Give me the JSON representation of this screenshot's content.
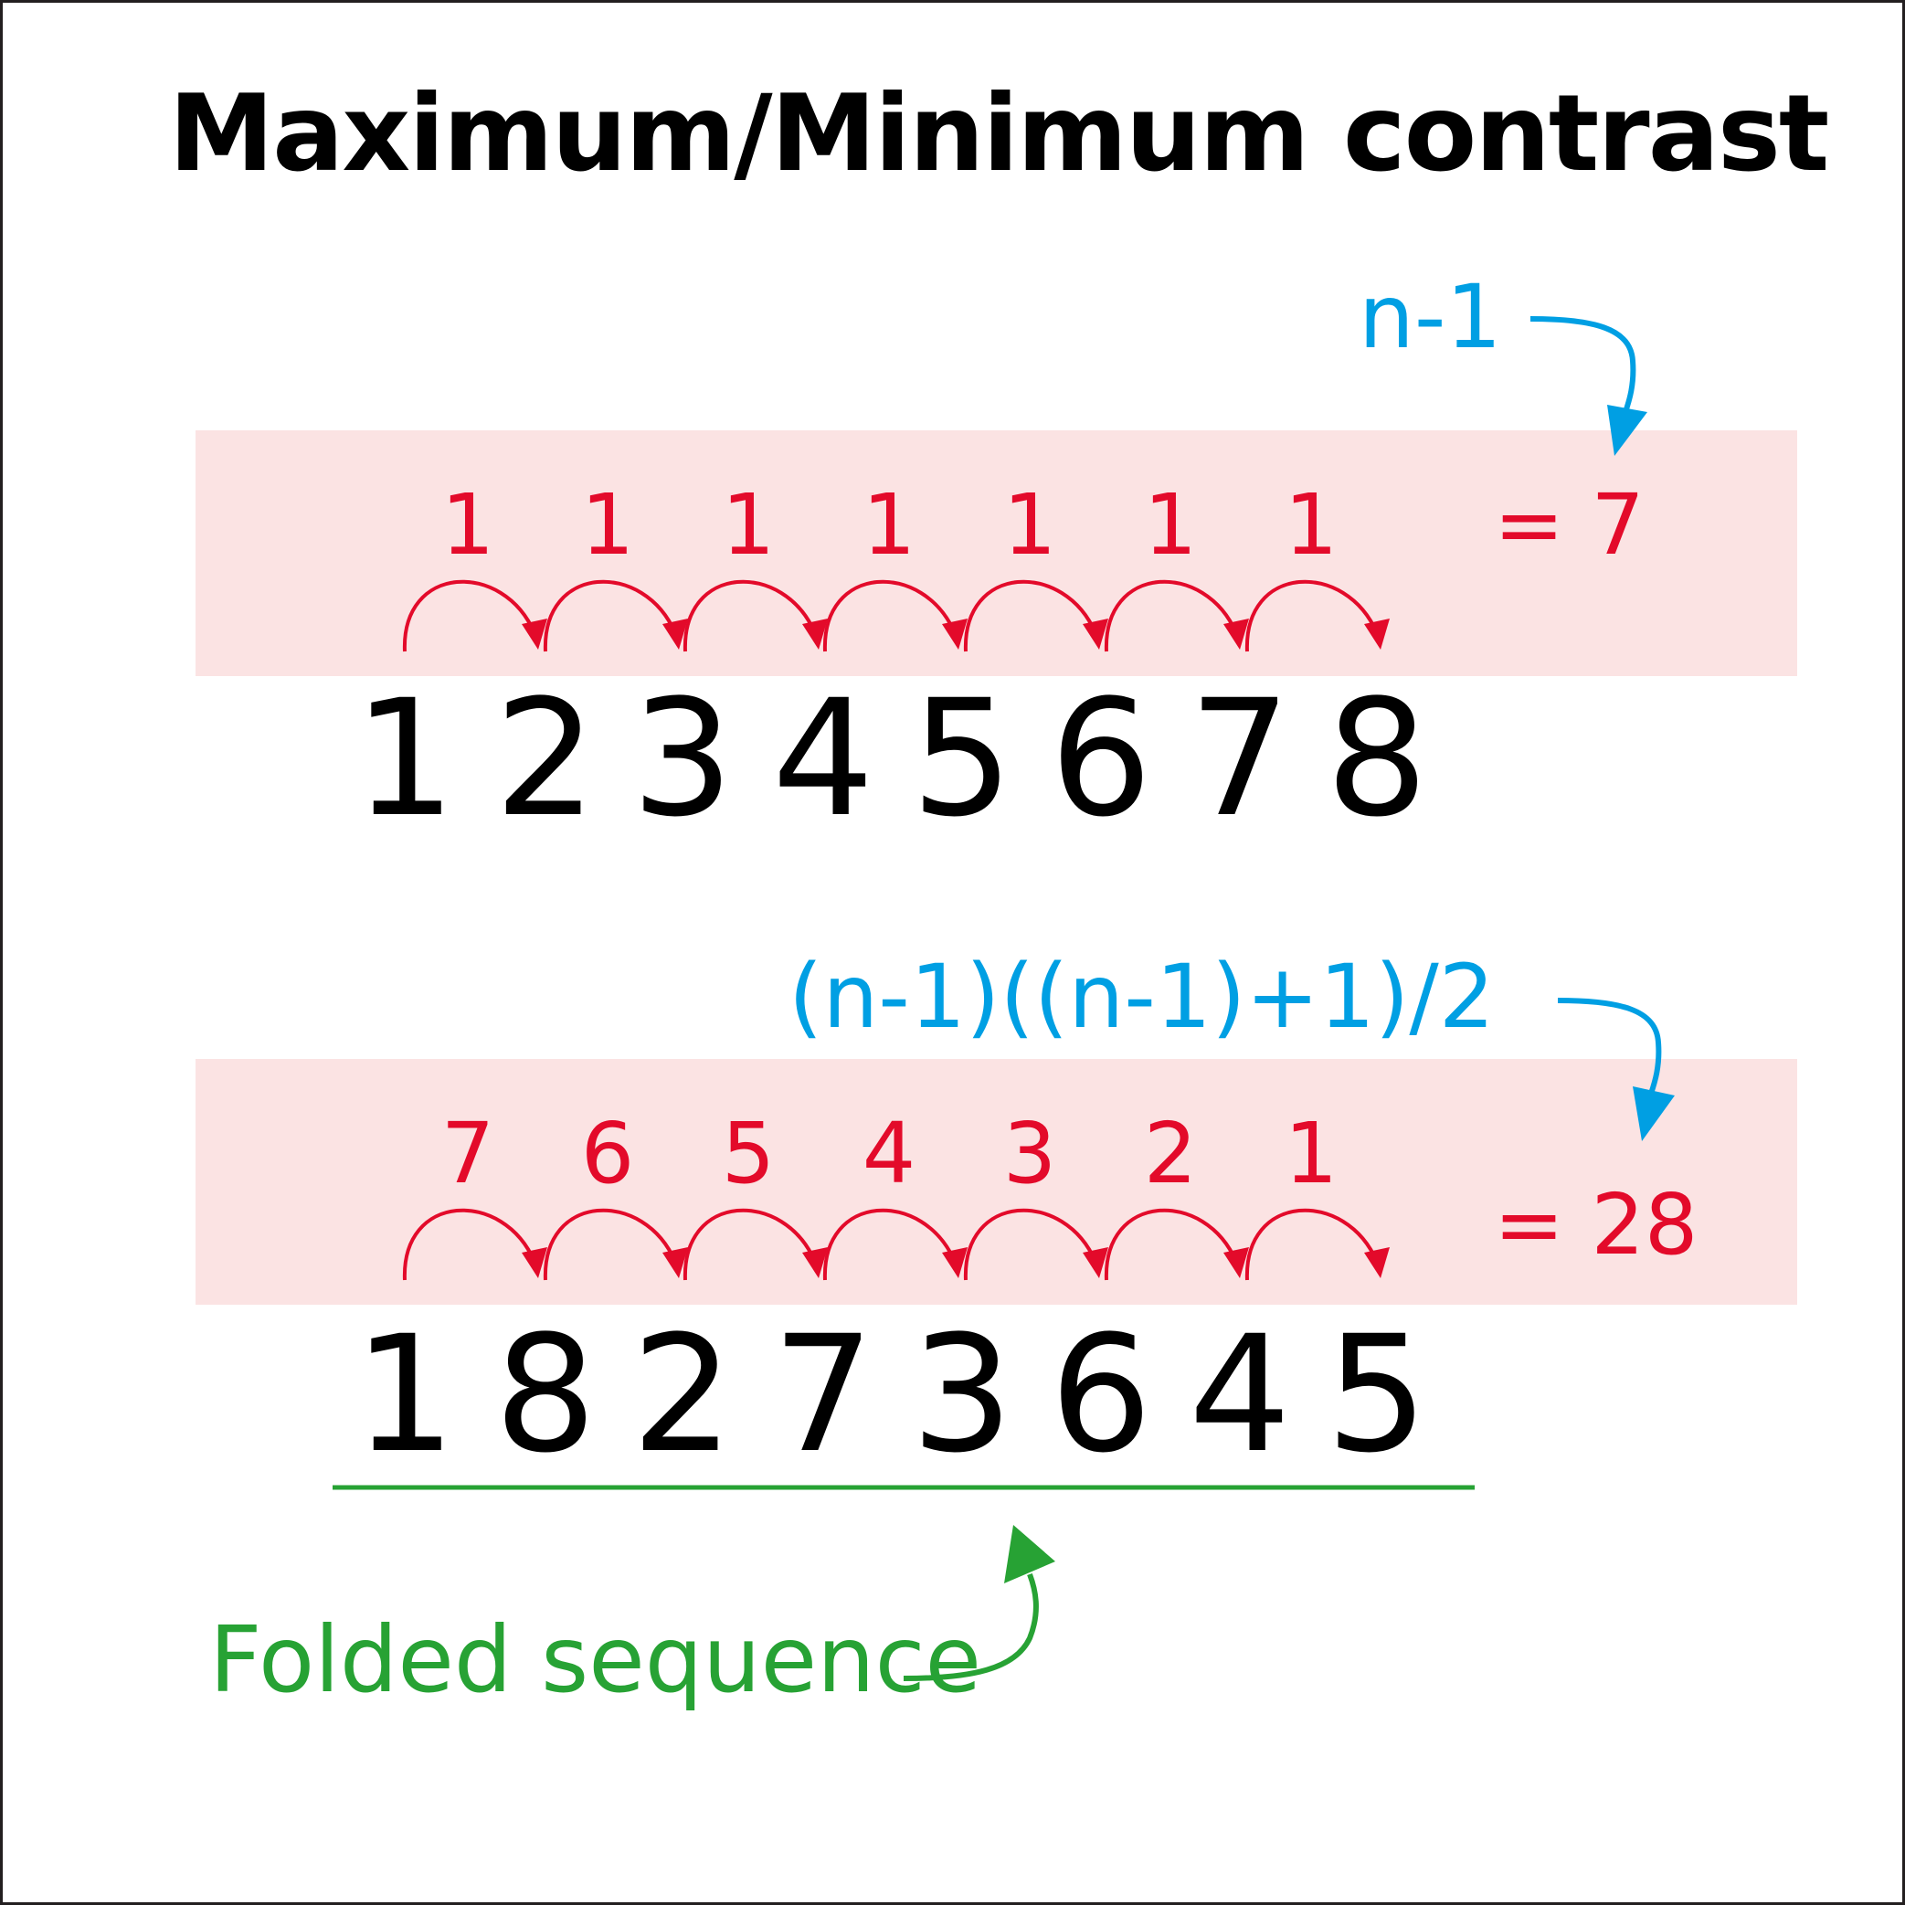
{
  "title": "Maximum/Minimum contrast",
  "colors": {
    "title": "#000000",
    "formula": "#009fe3",
    "step": "#e30a2a",
    "band": "#fbe3e3",
    "digit": "#000000",
    "folded": "#27a234"
  },
  "top": {
    "formula": "n-1",
    "steps": [
      "1",
      "1",
      "1",
      "1",
      "1",
      "1",
      "1"
    ],
    "sequence": [
      "1",
      "2",
      "3",
      "4",
      "5",
      "6",
      "7",
      "8"
    ],
    "sum": "= 7"
  },
  "bottom": {
    "formula": "(n-1)((n-1)+1)/2",
    "steps": [
      "7",
      "6",
      "5",
      "4",
      "3",
      "2",
      "1"
    ],
    "sequence": [
      "1",
      "8",
      "2",
      "7",
      "3",
      "6",
      "4",
      "5"
    ],
    "sum": "= 28"
  },
  "folded_label": "Folded sequence"
}
